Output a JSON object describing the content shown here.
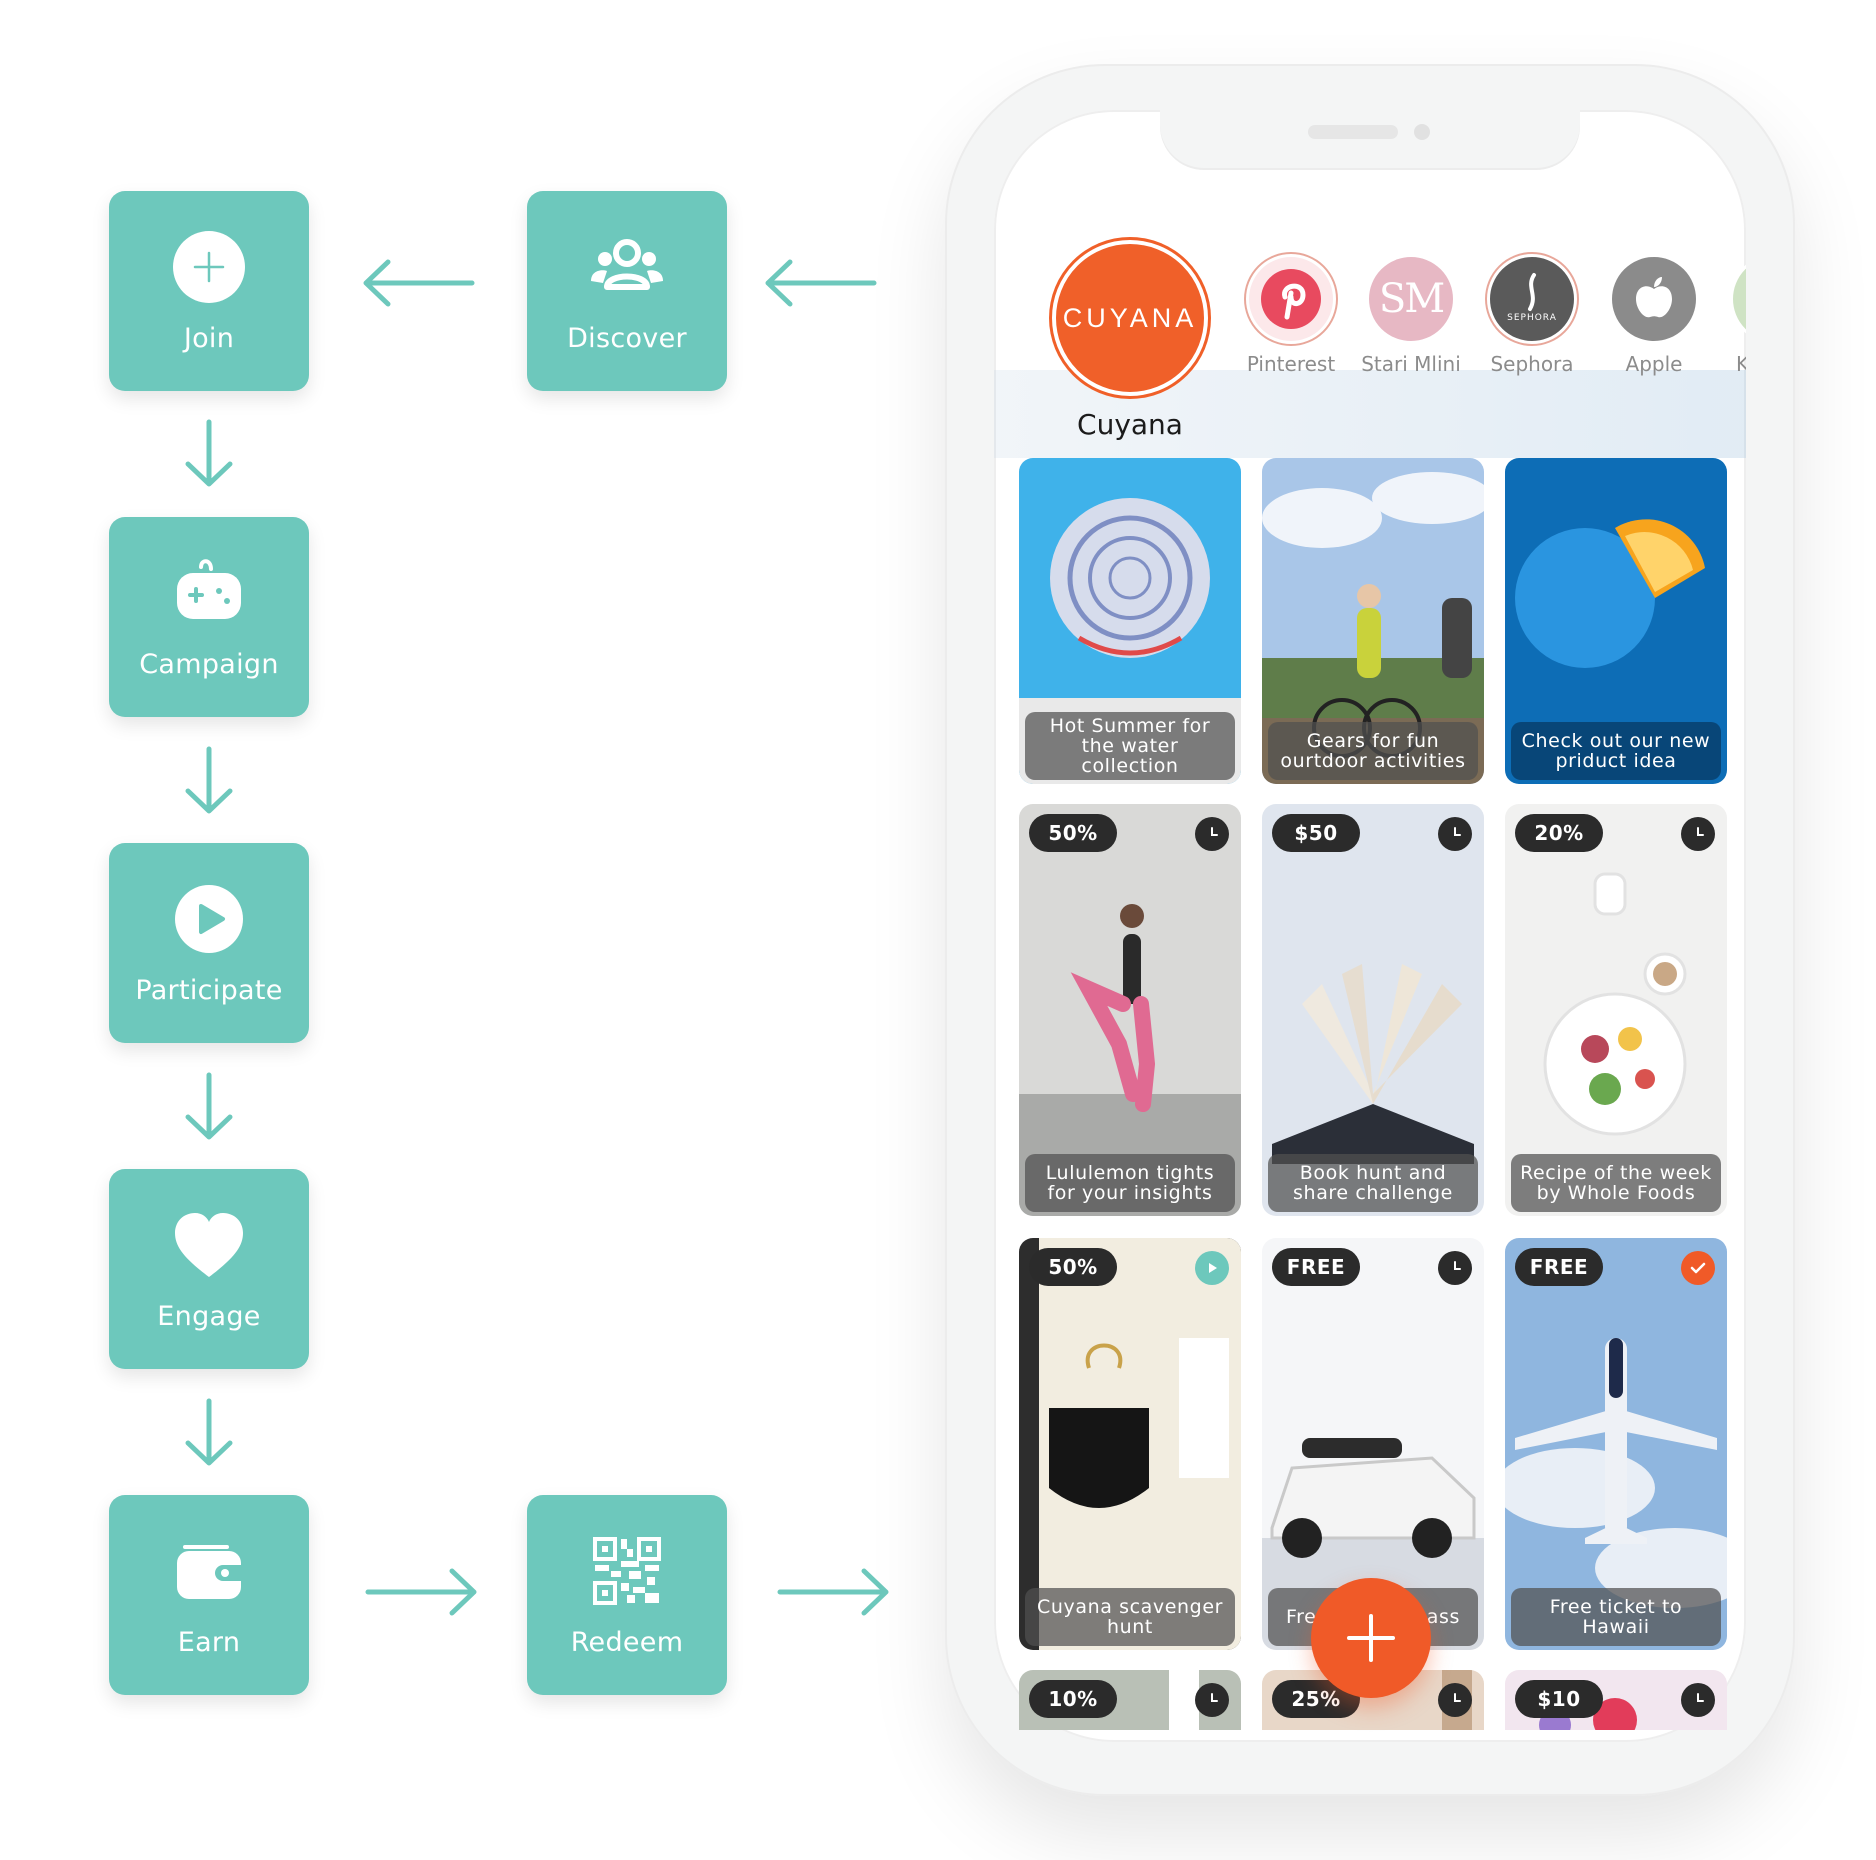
{
  "flow": {
    "steps": [
      {
        "id": "join",
        "label": "Join"
      },
      {
        "id": "discover",
        "label": "Discover"
      },
      {
        "id": "campaign",
        "label": "Campaign"
      },
      {
        "id": "participate",
        "label": "Participate"
      },
      {
        "id": "engage",
        "label": "Engage"
      },
      {
        "id": "earn",
        "label": "Earn"
      },
      {
        "id": "redeem",
        "label": "Redeem"
      }
    ]
  },
  "brands": [
    {
      "name": "Cuyana",
      "logo_text": "CUYANA",
      "color": "#f06029"
    },
    {
      "name": "Pinterest",
      "logo_text": "P",
      "color": "#e84a5f"
    },
    {
      "name": "Stari Mlini",
      "logo_text": "SM",
      "color": "#e7b8c4"
    },
    {
      "name": "Sephora",
      "logo_text": "SEPHORA",
      "color": "#5a5a5a"
    },
    {
      "name": "Apple",
      "logo_text": "",
      "color": "#8b8b8b"
    },
    {
      "name": "K",
      "logo_text": "",
      "color": "#cfe3c4"
    }
  ],
  "cards": [
    {
      "caption": "Hot Summer for the water collection",
      "badge": "",
      "status": ""
    },
    {
      "caption": "Gears for fun ourtdoor activities",
      "badge": "",
      "status": ""
    },
    {
      "caption": "Check out our new priduct idea",
      "badge": "",
      "status": ""
    },
    {
      "caption": "Lululemon tights for your insights",
      "badge": "50%",
      "status": "clock-icon"
    },
    {
      "caption": "Book hunt and share challenge",
      "badge": "$50",
      "status": "clock-icon"
    },
    {
      "caption": "Recipe of the week by Whole Foods",
      "badge": "20%",
      "status": "clock-icon"
    },
    {
      "caption": "Cuyana scavenger hunt",
      "badge": "50%",
      "status": "play-icon"
    },
    {
      "caption": "Free",
      "caption_tail": "ass",
      "badge": "FREE",
      "status": "clock-icon"
    },
    {
      "caption": "Free ticket to Hawaii",
      "badge": "FREE",
      "status": "check-icon"
    },
    {
      "caption": "",
      "badge": "10%",
      "status": "clock-icon"
    },
    {
      "caption": "",
      "badge": "25%",
      "status": "clock-icon"
    },
    {
      "caption": "",
      "badge": "$10",
      "status": "clock-icon"
    }
  ],
  "colors": {
    "teal": "#6dc8bc",
    "orange": "#f05a28",
    "badge": "#2b2b2b"
  }
}
